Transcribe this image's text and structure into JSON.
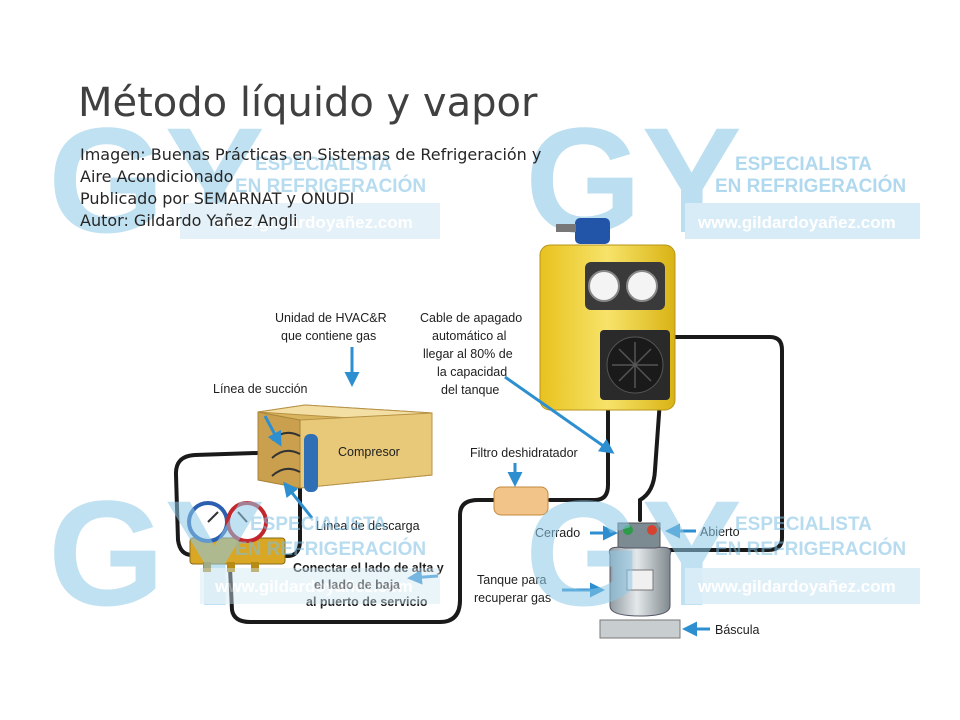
{
  "slide": {
    "title": "Método líquido y vapor",
    "caption": [
      "Imagen: Buenas Prácticas en Sistemas de Refrigeración y",
      "Aire Acondicionado",
      "Publicado por SEMARNAT y ONUDI",
      "Autor: Gildardo Yañez Angli"
    ]
  },
  "watermark": {
    "logo": "GY",
    "line1": "ESPECIALISTA",
    "line2": "EN REFRIGERACIÓN",
    "url": "www.gildardoyañez.com",
    "color": "#8ec9e8"
  },
  "diagram": {
    "labels": {
      "hvac_unit_1": "Unidad de HVAC&R",
      "hvac_unit_2": "que contiene gas",
      "suction_line": "Línea de succión",
      "compressor": "Compresor",
      "discharge_line": "Línea de descarga",
      "cable_1": "Cable de apagado",
      "cable_2": "automático al",
      "cable_3": "llegar al 80% de",
      "cable_4": "la capacidad",
      "cable_5": "del tanque",
      "filter": "Filtro deshidratador",
      "closed": "Cerrado",
      "open": "Abierto",
      "connect_1": "Conectar el lado de alta y",
      "connect_2": "el lado de baja",
      "connect_3": "al puerto de servicio",
      "tank_1": "Tanque para",
      "tank_2": "recuperar gas",
      "scale": "Báscula"
    },
    "colors": {
      "arrow": "#2e8fd0",
      "hose": "#1a1a1a",
      "unit_box": "#e8c97a",
      "machine": "#f2d33c",
      "filter": "#f2c48a"
    }
  }
}
